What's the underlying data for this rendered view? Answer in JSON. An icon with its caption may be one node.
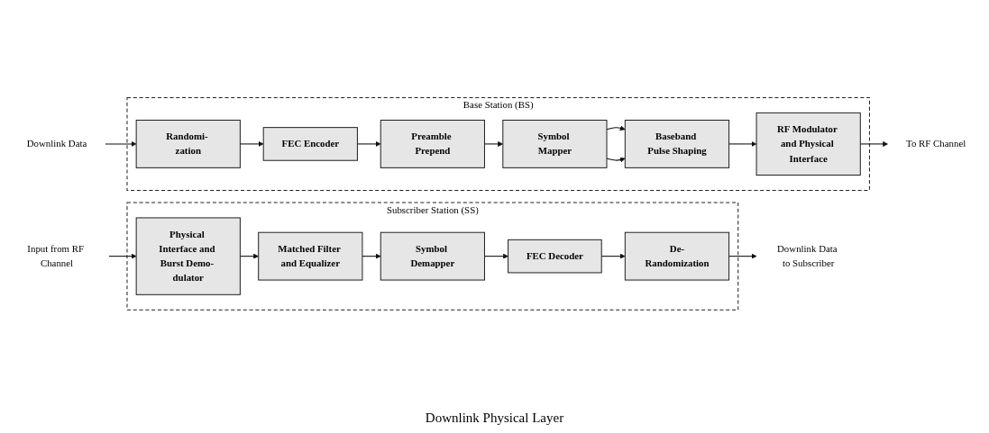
{
  "diagram": {
    "caption": "Downlink Physical Layer",
    "nodes": [
      {
        "text": [
          "Base Station (BS)"
        ]
      },
      {
        "text": [
          "Randomi- zation"
        ],
        "in": 0
      },
      {
        "text": [
          "FEC Encoder"
        ],
        "in": 0
      },
      {
        "text": [
          "Preamble Prepend"
        ],
        "in": 0
      },
      {
        "text": [
          "Symbol Mapper"
        ],
        "in": 0
      },
      {
        "text": [
          "Baseband Pulse Shaping"
        ],
        "in": 0
      },
      {
        "text": [
          "RF Modulator and Physical Interface"
        ],
        "in": 0
      },
      {
        "text": [
          "Subscriber Station (SS)"
        ]
      },
      {
        "text": [
          "Physical Interface and Burst Demo- dulator"
        ],
        "in": 7
      },
      {
        "text": [
          "Matched Filter and Equalizer"
        ],
        "in": 7
      },
      {
        "text": [
          "Symbol Demapper"
        ],
        "in": 7
      },
      {
        "text": [
          "FEC Decoder"
        ],
        "in": 7
      },
      {
        "text": [
          "De-Randomization"
        ],
        "in": 7
      },
      {
        "text": [
          "Downlink Data"
        ]
      },
      {
        "text": [
          "To RF Channel"
        ]
      },
      {
        "text": [
          "Input from RF Channel"
        ]
      },
      {
        "text": [
          "Downlink Data to Subscriber"
        ]
      }
    ],
    "edges": [
      {
        "from": 13,
        "to": 1,
        "arrow": "to"
      },
      {
        "from": 1,
        "to": 2,
        "arrow": "to"
      },
      {
        "from": 2,
        "to": 3,
        "arrow": "to"
      },
      {
        "from": 3,
        "to": 4,
        "arrow": "to"
      },
      {
        "from": 4,
        "to": 5,
        "arrow": "to"
      },
      {
        "from": 4,
        "to": 5,
        "arrow": "to"
      },
      {
        "from": 5,
        "to": 6,
        "arrow": "to"
      },
      {
        "from": 6,
        "to": 14,
        "arrow": "to"
      },
      {
        "from": 15,
        "to": 8,
        "arrow": "to"
      },
      {
        "from": 8,
        "to": 9,
        "arrow": "to"
      },
      {
        "from": 9,
        "to": 10,
        "arrow": "to"
      },
      {
        "from": 10,
        "to": 11,
        "arrow": "to"
      },
      {
        "from": 11,
        "to": 12,
        "arrow": "to"
      },
      {
        "from": 12,
        "to": 16,
        "arrow": "to"
      }
    ]
  }
}
